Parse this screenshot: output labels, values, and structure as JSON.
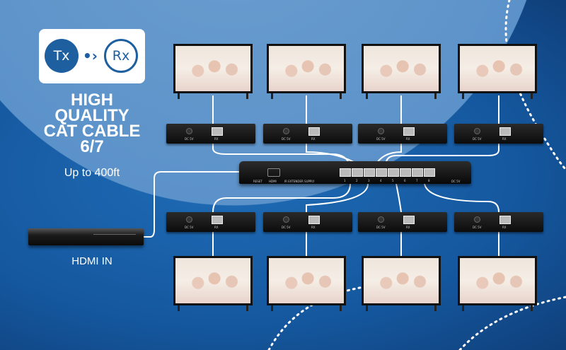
{
  "logo": {
    "tx": "Tx",
    "rx": "Rx"
  },
  "headline": "HIGH\nQUALITY\nCAT CABLE\n6/7",
  "subheadline": "Up to 400ft",
  "source_label": "HDMI IN",
  "receiver": {
    "power_label": "DC 5V",
    "rx_label": "RX"
  },
  "splitter": {
    "reset_label": "RESET",
    "hdmi_label": "HDMI",
    "ir_label": "IR EXTENDER SUPPLY",
    "power_label": "DC 5V",
    "port_numbers": [
      "1",
      "2",
      "3",
      "4",
      "5",
      "6",
      "7",
      "8"
    ]
  },
  "colors": {
    "background": "#15589f",
    "accent": "#1e5f9f"
  }
}
